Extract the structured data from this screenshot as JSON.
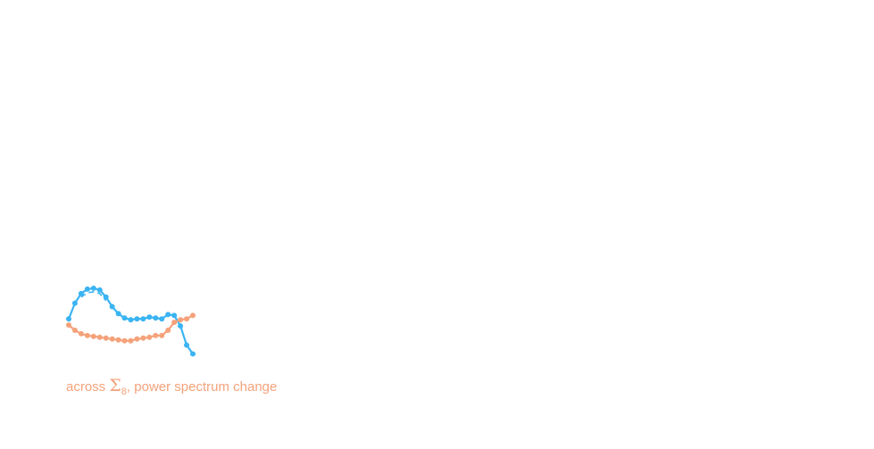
{
  "chart_data": {
    "type": "line",
    "title": "",
    "xlabel": "",
    "ylabel": "",
    "grid": false,
    "legend": "none",
    "x": [
      0,
      1,
      2,
      3,
      4,
      5,
      6,
      7,
      8,
      9,
      10,
      11,
      12,
      13,
      14,
      15,
      16,
      17,
      18,
      19,
      20
    ],
    "series": [
      {
        "color": "#3ab4f2",
        "values": [
          0.62,
          0.8,
          0.91,
          0.96,
          0.97,
          0.95,
          0.87,
          0.76,
          0.68,
          0.63,
          0.61,
          0.62,
          0.62,
          0.64,
          0.63,
          0.62,
          0.67,
          0.66,
          0.54,
          0.32,
          0.22
        ]
      },
      {
        "color": "#f5a27a",
        "values": [
          0.55,
          0.49,
          0.45,
          0.43,
          0.42,
          0.41,
          0.4,
          0.39,
          0.38,
          0.37,
          0.37,
          0.39,
          0.4,
          0.41,
          0.43,
          0.43,
          0.49,
          0.58,
          0.61,
          0.62,
          0.66
        ]
      }
    ],
    "dash_overlay": {
      "series": 0,
      "x_range": [
        1.5,
        6.5
      ]
    },
    "annotation": {
      "prefix": "across ",
      "symbol": "Σ",
      "subscript": "8",
      "suffix": ", power spectrum change",
      "color": "#f5a27a"
    }
  }
}
